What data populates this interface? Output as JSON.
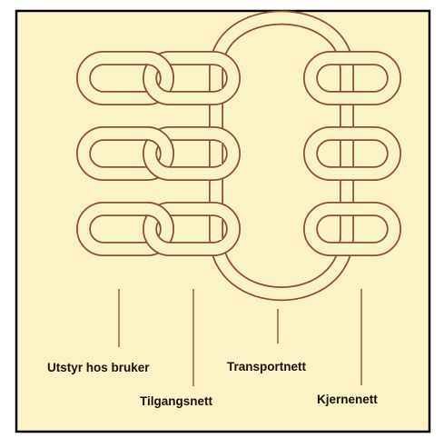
{
  "diagram": {
    "background": "#fbf3c6",
    "frame_color": "#000000",
    "link_stroke": "#8a4e30",
    "link_fill": "#fbf3c6",
    "leader_color": "#7a4a2e",
    "labels": {
      "end_user_equipment": "Utstyr hos bruker",
      "access_network": "Tilgangsnett",
      "transport_network": "Transportnett",
      "core_network": "Kjernenett"
    }
  }
}
